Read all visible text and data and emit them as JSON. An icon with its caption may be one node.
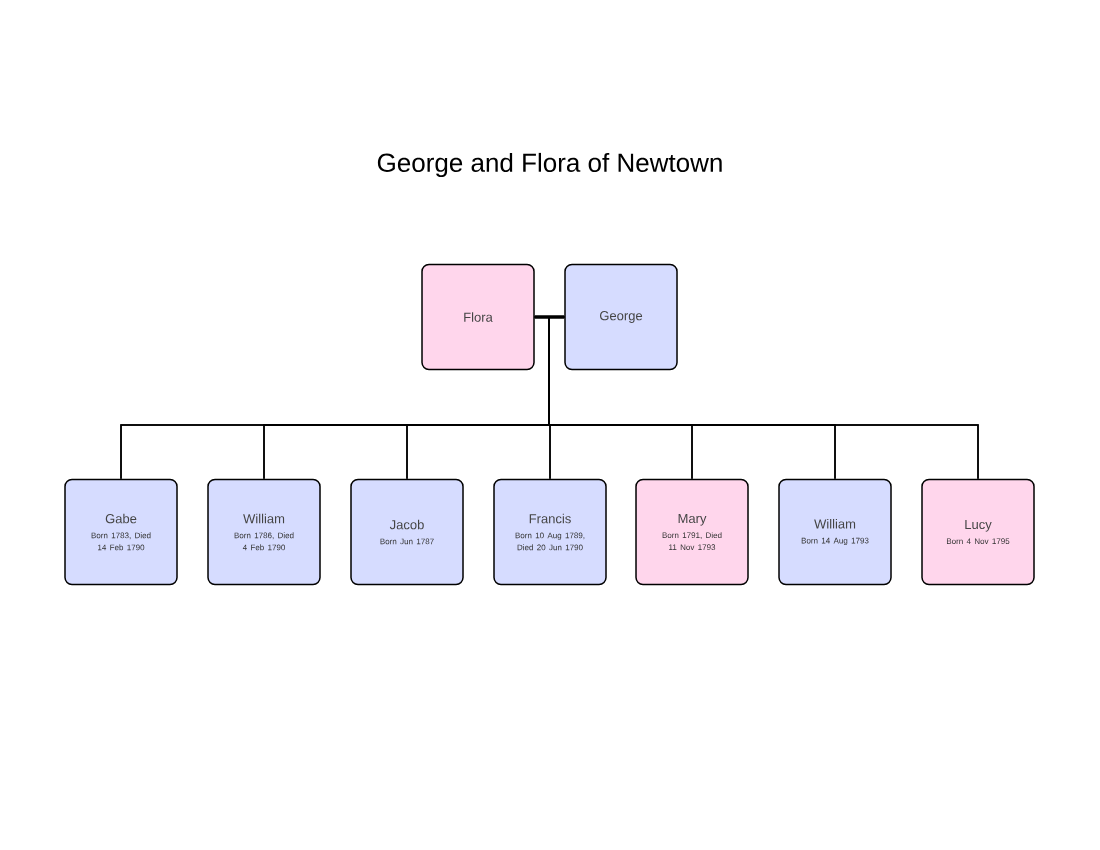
{
  "diagram": {
    "title": "George and Flora of Newtown",
    "nodes": [
      {
        "text": [
          "Flora"
        ]
      },
      {
        "text": [
          "George"
        ]
      },
      {
        "text": [
          "Gabe",
          "Born 1783, Died 14 Feb 1790"
        ]
      },
      {
        "text": [
          "William",
          "Born 1786, Died 4 Feb 1790"
        ]
      },
      {
        "text": [
          "Jacob",
          "Born Jun 1787"
        ]
      },
      {
        "text": [
          "Francis",
          "Born 10 Aug 1789, Died 20 Jun 1790"
        ]
      },
      {
        "text": [
          "Mary",
          "Born 1791, Died 11 Nov 1793"
        ]
      },
      {
        "text": [
          "William",
          "Born 14 Aug 1793"
        ]
      },
      {
        "text": [
          "Lucy",
          "Born 4 Nov 1795"
        ]
      }
    ],
    "edges": [
      {
        "from": 0,
        "to": 1,
        "arrow": "none",
        "style": "thick"
      },
      {
        "from": 0,
        "to": 2,
        "arrow": "none"
      },
      {
        "from": 1,
        "to": 2,
        "arrow": "none"
      },
      {
        "from": 0,
        "to": 3,
        "arrow": "none"
      },
      {
        "from": 1,
        "to": 3,
        "arrow": "none"
      },
      {
        "from": 0,
        "to": 4,
        "arrow": "none"
      },
      {
        "from": 1,
        "to": 4,
        "arrow": "none"
      },
      {
        "from": 0,
        "to": 5,
        "arrow": "none"
      },
      {
        "from": 1,
        "to": 5,
        "arrow": "none"
      },
      {
        "from": 0,
        "to": 6,
        "arrow": "none"
      },
      {
        "from": 1,
        "to": 6,
        "arrow": "none"
      },
      {
        "from": 0,
        "to": 7,
        "arrow": "none"
      },
      {
        "from": 1,
        "to": 7,
        "arrow": "none"
      },
      {
        "from": 0,
        "to": 8,
        "arrow": "none"
      },
      {
        "from": 1,
        "to": 8,
        "arrow": "none"
      }
    ]
  }
}
